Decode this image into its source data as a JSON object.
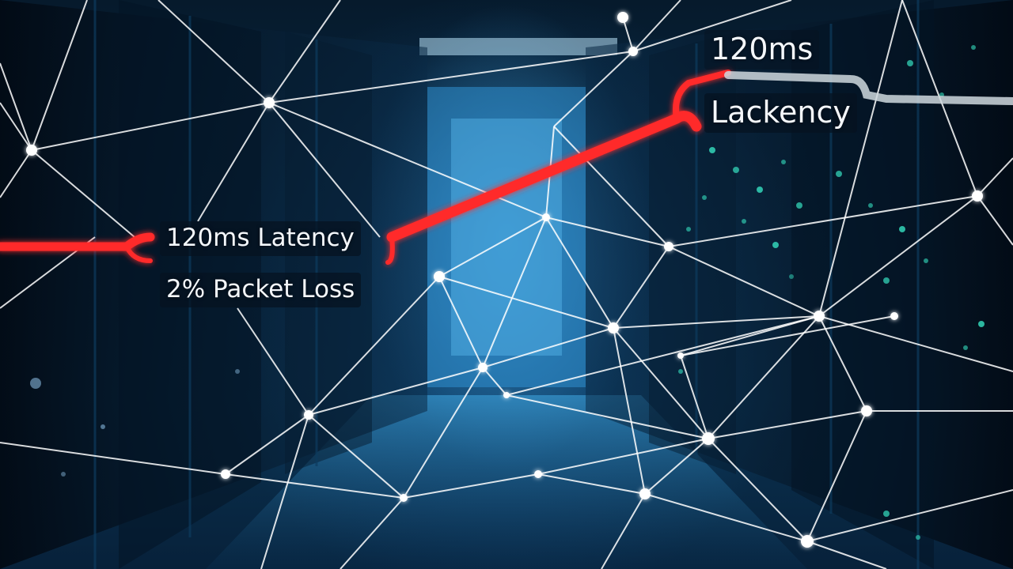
{
  "labels": {
    "top_value": "120ms",
    "top_word": "Lackency",
    "left_latency": "120ms Latency",
    "left_packet_loss": "2% Packet Loss"
  },
  "colors": {
    "network_lines": "#ffffff",
    "highlight_path": "#ff2a2a",
    "background_glow": "#3aa6e6",
    "server_leds": "#36e0c0"
  }
}
